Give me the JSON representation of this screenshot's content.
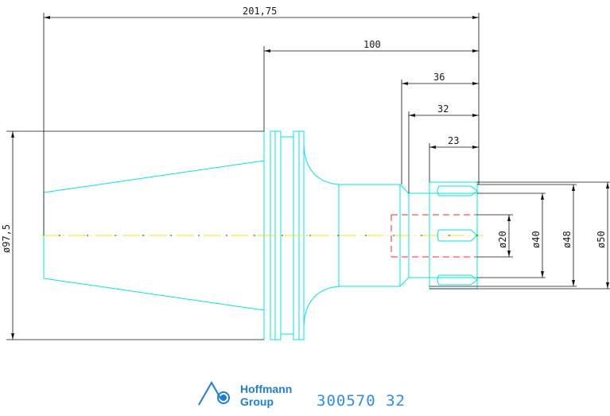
{
  "dimensions": {
    "overall_length": "201,75",
    "length_100": "100",
    "length_36": "36",
    "length_32": "32",
    "length_23": "23",
    "diameter_97_5": "ø97,5",
    "diameter_20": "ø20",
    "diameter_40": "ø40",
    "diameter_48": "ø48",
    "diameter_50": "ø50"
  },
  "logo": {
    "line1": "Hoffmann",
    "line2": "Group",
    "icon": "hoffmann-logo-icon"
  },
  "article_number": "300570  32",
  "colors": {
    "outline": "#00e5e5",
    "centerline": "#e8e800",
    "hidden": "#ff2a2a",
    "dimension": "#111111",
    "brand": "#1b7fd8"
  }
}
